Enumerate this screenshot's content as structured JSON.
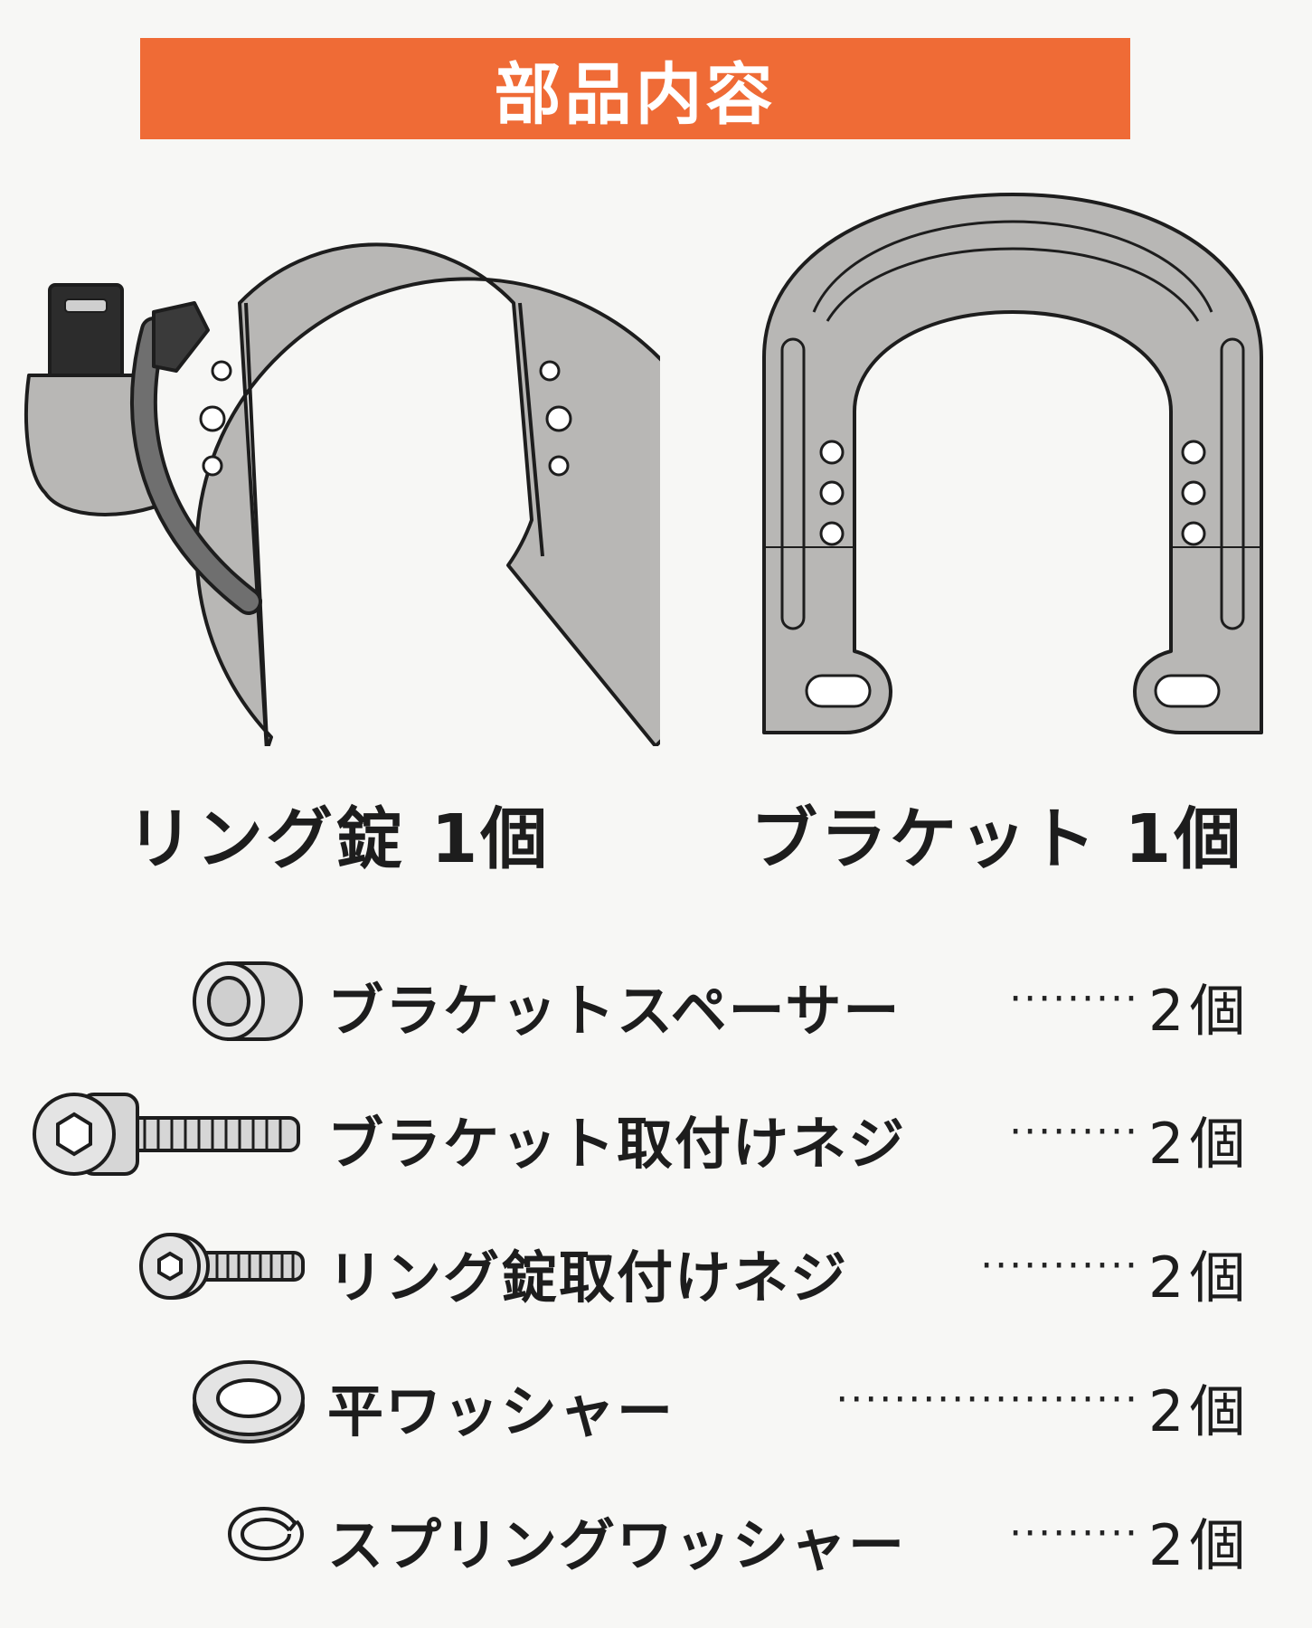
{
  "header": {
    "title": "部品内容"
  },
  "main_parts": [
    {
      "label": "リング錠 1個"
    },
    {
      "label": "ブラケット 1個"
    }
  ],
  "colors": {
    "accent": "#ef6b36",
    "metal": "#b8b7b5",
    "dark": "#3a3a3a",
    "outline": "#1d1d1d"
  },
  "parts_list": [
    {
      "name": "ブラケットスペーサー",
      "leader": "·········",
      "qty": "2個",
      "icon": "spacer-icon"
    },
    {
      "name": "ブラケット取付けネジ",
      "leader": "·········",
      "qty": "2個",
      "icon": "bracket-screw-icon"
    },
    {
      "name": "リング錠取付けネジ",
      "leader": "···········",
      "qty": "2個",
      "icon": "lock-screw-icon"
    },
    {
      "name": "平ワッシャー",
      "leader": "·····················",
      "qty": "2個",
      "icon": "flat-washer-icon"
    },
    {
      "name": "スプリングワッシャー",
      "leader": "·········",
      "qty": "2個",
      "icon": "spring-washer-icon"
    }
  ]
}
